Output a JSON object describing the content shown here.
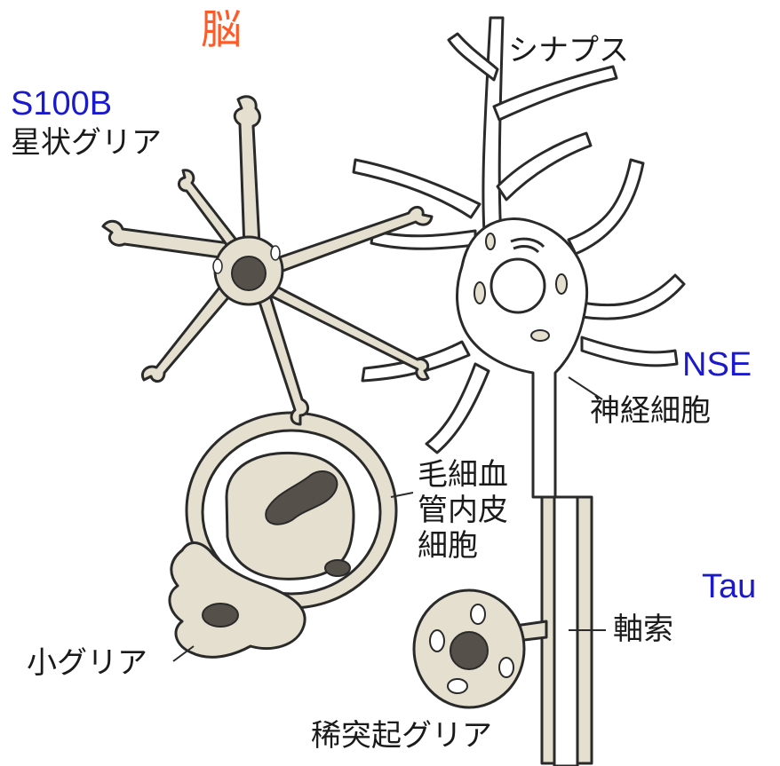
{
  "title": "脳",
  "markers": {
    "astro": "S100B",
    "neuron": "NSE",
    "axon": "Tau"
  },
  "labels": {
    "synapse": "シナプス",
    "astrocyte": "星状グリア",
    "neuron": "神経細胞",
    "endothelial": [
      "毛細血",
      "管内皮",
      "細胞"
    ],
    "microglia": "小グリア",
    "axon": "軸索",
    "oligodendrocyte": "稀突起グリア"
  },
  "colors": {
    "title": "#ff5a28",
    "marker": "#1a1acc",
    "cell_fill": "#e4dfcf",
    "nucleus": "#555049"
  }
}
